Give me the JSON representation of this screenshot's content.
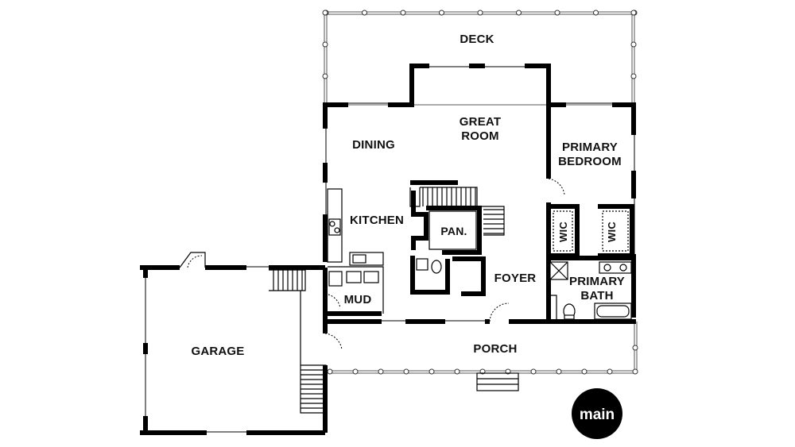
{
  "floor_plan": {
    "rooms": {
      "deck": "DECK",
      "great_room_line1": "GREAT",
      "great_room_line2": "ROOM",
      "dining": "DINING",
      "primary_bedroom_line1": "PRIMARY",
      "primary_bedroom_line2": "BEDROOM",
      "kitchen": "KITCHEN",
      "pantry": "PAN.",
      "wic_left": "WIC",
      "wic_right": "WIC",
      "foyer": "FOYER",
      "primary_bath_line1": "PRIMARY",
      "primary_bath_line2": "BATH",
      "mud": "MUD",
      "garage": "GARAGE",
      "porch": "PORCH"
    },
    "level_badge": "main",
    "colors": {
      "wall": "#000000",
      "badge_bg": "#000000",
      "badge_text": "#ffffff",
      "background": "#ffffff"
    }
  }
}
